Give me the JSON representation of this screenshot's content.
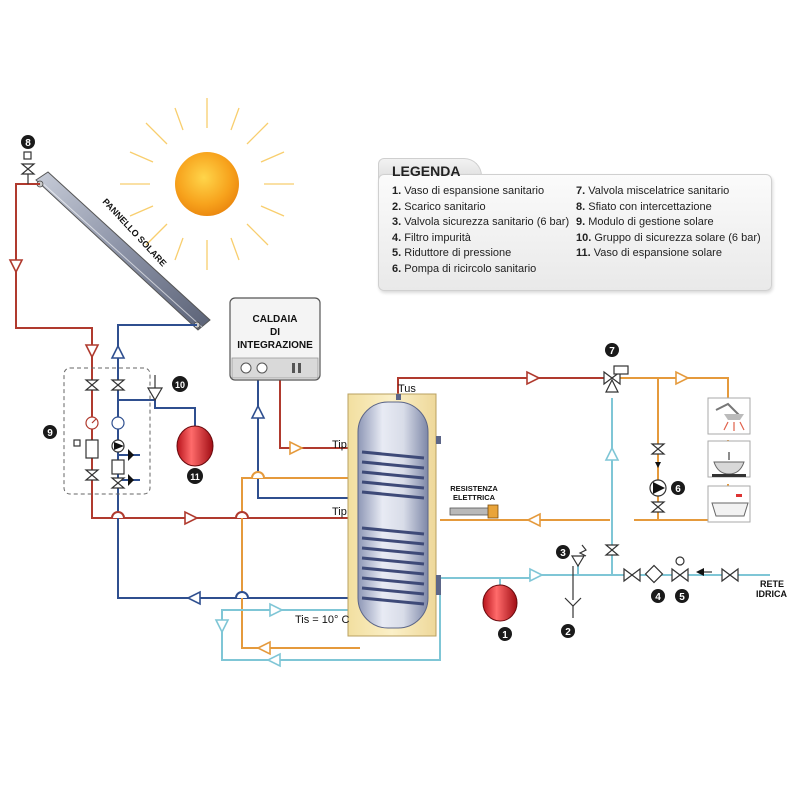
{
  "title": "LEGENDA",
  "legend_left": [
    {
      "num": "1.",
      "text": "Vaso di espansione sanitario"
    },
    {
      "num": "2.",
      "text": "Scarico sanitario"
    },
    {
      "num": "3.",
      "text": "Valvola sicurezza sanitario (6 bar)"
    },
    {
      "num": "4.",
      "text": "Filtro impurità"
    },
    {
      "num": "5.",
      "text": "Riduttore di pressione"
    },
    {
      "num": "6.",
      "text": "Pompa di ricircolo sanitario"
    }
  ],
  "legend_right": [
    {
      "num": "7.",
      "text": "Valvola miscelatrice sanitario"
    },
    {
      "num": "8.",
      "text": "Sfiato con intercettazione"
    },
    {
      "num": "9.",
      "text": "Modulo di gestione solare"
    },
    {
      "num": "10.",
      "text": "Gruppo di sicurezza solare (6 bar)"
    },
    {
      "num": "11.",
      "text": "Vaso di espansione solare"
    }
  ],
  "labels": {
    "panel": "PANNELLO SOLARE",
    "boiler_line1": "CALDAIA",
    "boiler_line2": "DI",
    "boiler_line3": "INTEGRAZIONE",
    "tus": "Tus",
    "tip_upper": "Tip",
    "tip_lower": "Tip",
    "tis": "Tis = 10° C",
    "heater_line1": "RESISTENZA",
    "heater_line2": "ELETTRICA",
    "mains_line1": "RETE",
    "mains_line2": "IDRICA"
  },
  "badges": {
    "b1": "1",
    "b2": "2",
    "b3": "3",
    "b4": "4",
    "b5": "5",
    "b6": "6",
    "b7": "7",
    "b8": "8",
    "b9": "9",
    "b10": "10",
    "b11": "11"
  },
  "colors": {
    "hot_red": "#b03a2e",
    "solar_blue": "#2f4f8f",
    "orange": "#e59a3c",
    "cold_cyan": "#7fc6d6",
    "badge": "#1a1a1a",
    "sun": "#f5a623"
  }
}
